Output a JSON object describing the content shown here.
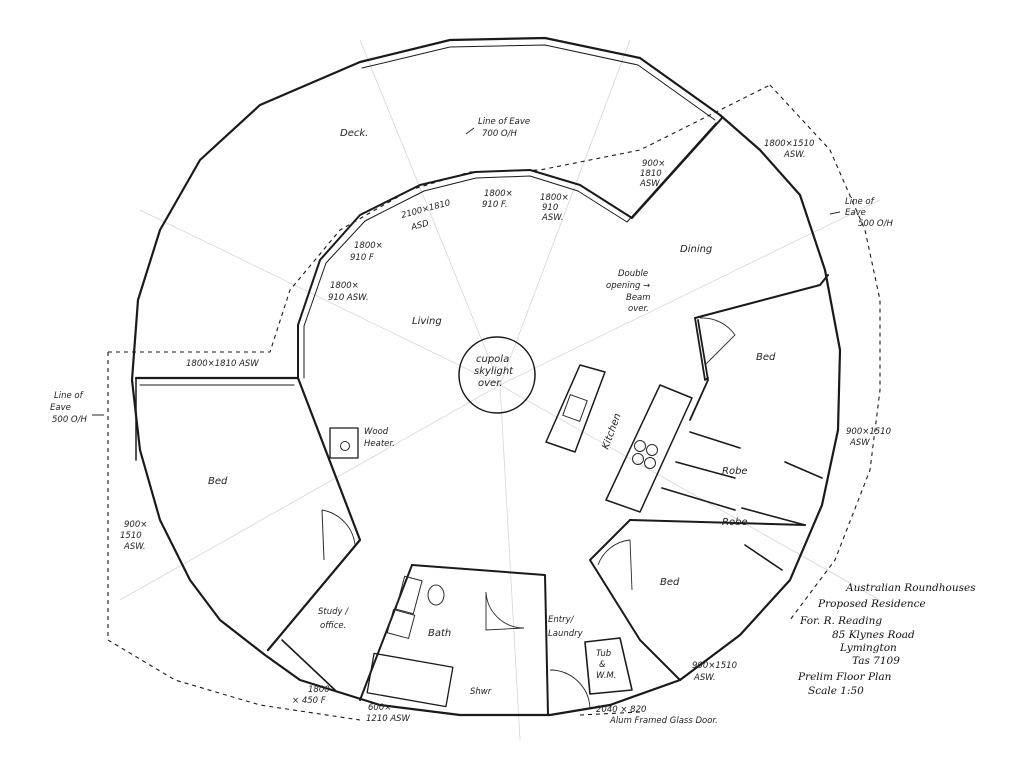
{
  "rooms": {
    "deck": "Deck.",
    "living": "Living",
    "cupola": [
      "cupola",
      "skylight",
      "over."
    ],
    "dining": "Dining",
    "kitchen": "Kitchen",
    "bed_west": "Bed",
    "bed_east": "Bed",
    "bed_south": "Bed",
    "robe_1": "Robe",
    "robe_2": "Robe",
    "study": [
      "Study /",
      "office."
    ],
    "bath": "Bath",
    "shower": "Shwr",
    "entry": [
      "Entry/",
      "Laundry"
    ],
    "tub": [
      "Tub",
      "&",
      "W.M."
    ],
    "wood_heater": [
      "Wood",
      "Heater."
    ]
  },
  "notes": {
    "eave_top": [
      "Line of Eave",
      "700 O/H"
    ],
    "eave_right": [
      "Line of",
      "Eave",
      "500 O/H"
    ],
    "eave_left": [
      "Line of",
      "Eave",
      "500 O/H"
    ],
    "double_opening": [
      "Double",
      "opening →",
      "Beam",
      "over."
    ]
  },
  "windows": {
    "w_2100": [
      "2100×1810",
      "ASD"
    ],
    "w_1800_910f_a": [
      "1800×",
      "910 F."
    ],
    "w_1800_910asw_a": [
      "1800×",
      "910",
      "ASW."
    ],
    "w_1800_910f_b": [
      "1800×",
      "910 F"
    ],
    "w_1800_910asw_b": [
      "1800×",
      "910 ASW."
    ],
    "w_900_1810": [
      "900×",
      "1810",
      "ASW"
    ],
    "w_1800_1510_top": [
      "1800×1510",
      "ASW."
    ],
    "w_1800_1810": "1800×1810 ASW",
    "w_900_1510_left": [
      "900×",
      "1510",
      "ASW."
    ],
    "w_1800_450f": [
      "1800",
      "× 450 F"
    ],
    "w_600_1210": [
      "600×",
      "1210 ASW"
    ],
    "w_900_1510_right": [
      "900×1510",
      "ASW"
    ],
    "w_900_1510_bottom": [
      "900×1510",
      "ASW."
    ],
    "door_2040": [
      "2040 × 820",
      "Alum Framed Glass Door."
    ]
  },
  "title_block": {
    "line1": "Australian Roundhouses",
    "line2": "Proposed Residence",
    "line3": "For. R. Reading",
    "line4": "85 Klynes Road",
    "line5": "Lymington",
    "line6": "Tas 7109",
    "line7": "Prelim Floor Plan",
    "line8": "Scale 1:50"
  }
}
